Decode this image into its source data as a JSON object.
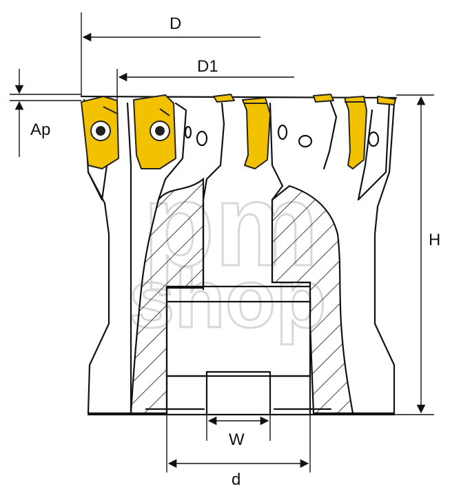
{
  "labels": {
    "D": "D",
    "D1": "D1",
    "Ap": "Ap",
    "H": "H",
    "W": "W",
    "d": "d"
  },
  "watermark": {
    "line1": "pm",
    "line2": "shop"
  },
  "colors": {
    "insert": "#f2c200",
    "insert_dark": "#c99a00",
    "line": "#111111",
    "hatch": "#111111",
    "watermark": "#dcdcdc"
  }
}
